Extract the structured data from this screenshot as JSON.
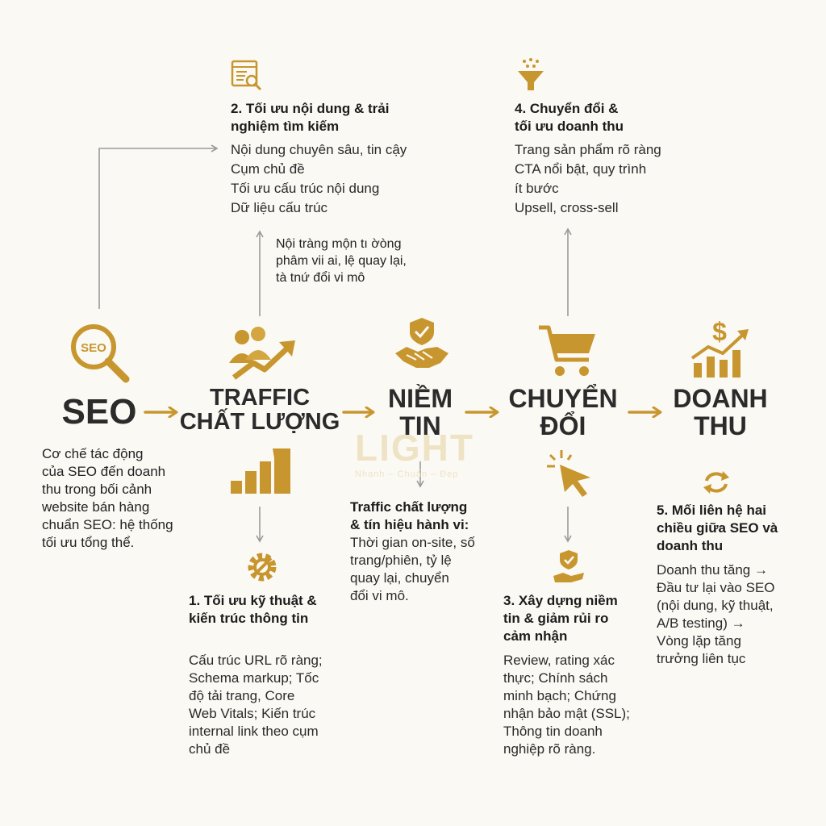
{
  "colors": {
    "gold": "#c8962e",
    "gold_dark": "#a97a1e",
    "gray_arrow": "#9a9a9a",
    "text": "#1f1f1f",
    "background": "#fbf9f4"
  },
  "watermark": {
    "brand": "LIGHT",
    "tagline": "Nhanh – Chuẩn – Đẹp"
  },
  "stages": [
    {
      "id": "seo",
      "label": "SEO",
      "icon": "seo-magnifier-icon"
    },
    {
      "id": "traffic",
      "label": "TRAFFIC\nCHẤT LƯỢNG",
      "icon": "people-growth-icon"
    },
    {
      "id": "trust",
      "label": "NIỀM\nTIN",
      "icon": "handshake-shield-icon"
    },
    {
      "id": "conversion",
      "label": "CHUYỂN\nĐỔI",
      "icon": "shopping-cart-icon"
    },
    {
      "id": "revenue",
      "label": "DOANH\nTHU",
      "icon": "dollar-chart-icon"
    }
  ],
  "intro": "Cơ chế tác động\ncủa SEO đến doanh\nthu trong bối cảnh\nwebsite bán hàng\nchuẩn SEO: hệ thống\ntối ưu tổng thể.",
  "box1": {
    "title": "1. Tối ưu kỹ thuật &\nkiến trúc thông tin",
    "body": "Cấu trúc URL rõ ràng;\nSchema markup; Tốc\nđộ tải trang, Core\nWeb Vitals; Kiến trúc\ninternal link theo cụm\nchủ đề",
    "icon": "gear-wrench-icon"
  },
  "box2": {
    "title": "2. Tối ưu nội dung & trải\nnghiệm tìm kiếm",
    "body": "Nội dung chuyên sâu, tin cậy\nCụm chủ đề\nTối ưu cấu trúc nội dung\nDữ liệu cấu trúc",
    "icon": "document-search-icon"
  },
  "box2_note": "Nội tràng mộn tı ờòng\nphâm vii ai, lệ quay lại,\ntà tnứ đổi vi mô",
  "traffic_note": {
    "title": "Traffic chất lượng\n& tín hiệu hành vi:",
    "body": "Thời gian on-site, số\ntrang/phiên, tỷ lệ\nquay lại, chuyển\nđổi vi mô."
  },
  "box3": {
    "title": "3. Xây dựng niềm\ntin & giảm rủi ro\ncảm nhận",
    "body": "Review, rating xác\nthực; Chính sách\nminh bạch; Chứng\nnhận bảo mật (SSL);\nThông tin doanh\nnghiệp rõ ràng.",
    "icon": "hand-shield-icon"
  },
  "box4": {
    "title": "4. Chuyển đổi &\ntối ưu doanh thu",
    "body": "Trang sản phẩm rõ ràng\nCTA nổi bật, quy trình\nít bước\nUpsell, cross-sell",
    "icon": "funnel-icon"
  },
  "box5": {
    "title": "5. Mối liên hệ hai\nchiều giữa SEO và\ndoanh thu",
    "body": "Doanh thu tăng →\nĐầu tư lại vào SEO\n(nội dung, kỹ thuật,\nA/B testing) →\nVòng lặp tăng\ntrưởng liên tục",
    "icon": "cycle-arrows-icon"
  }
}
